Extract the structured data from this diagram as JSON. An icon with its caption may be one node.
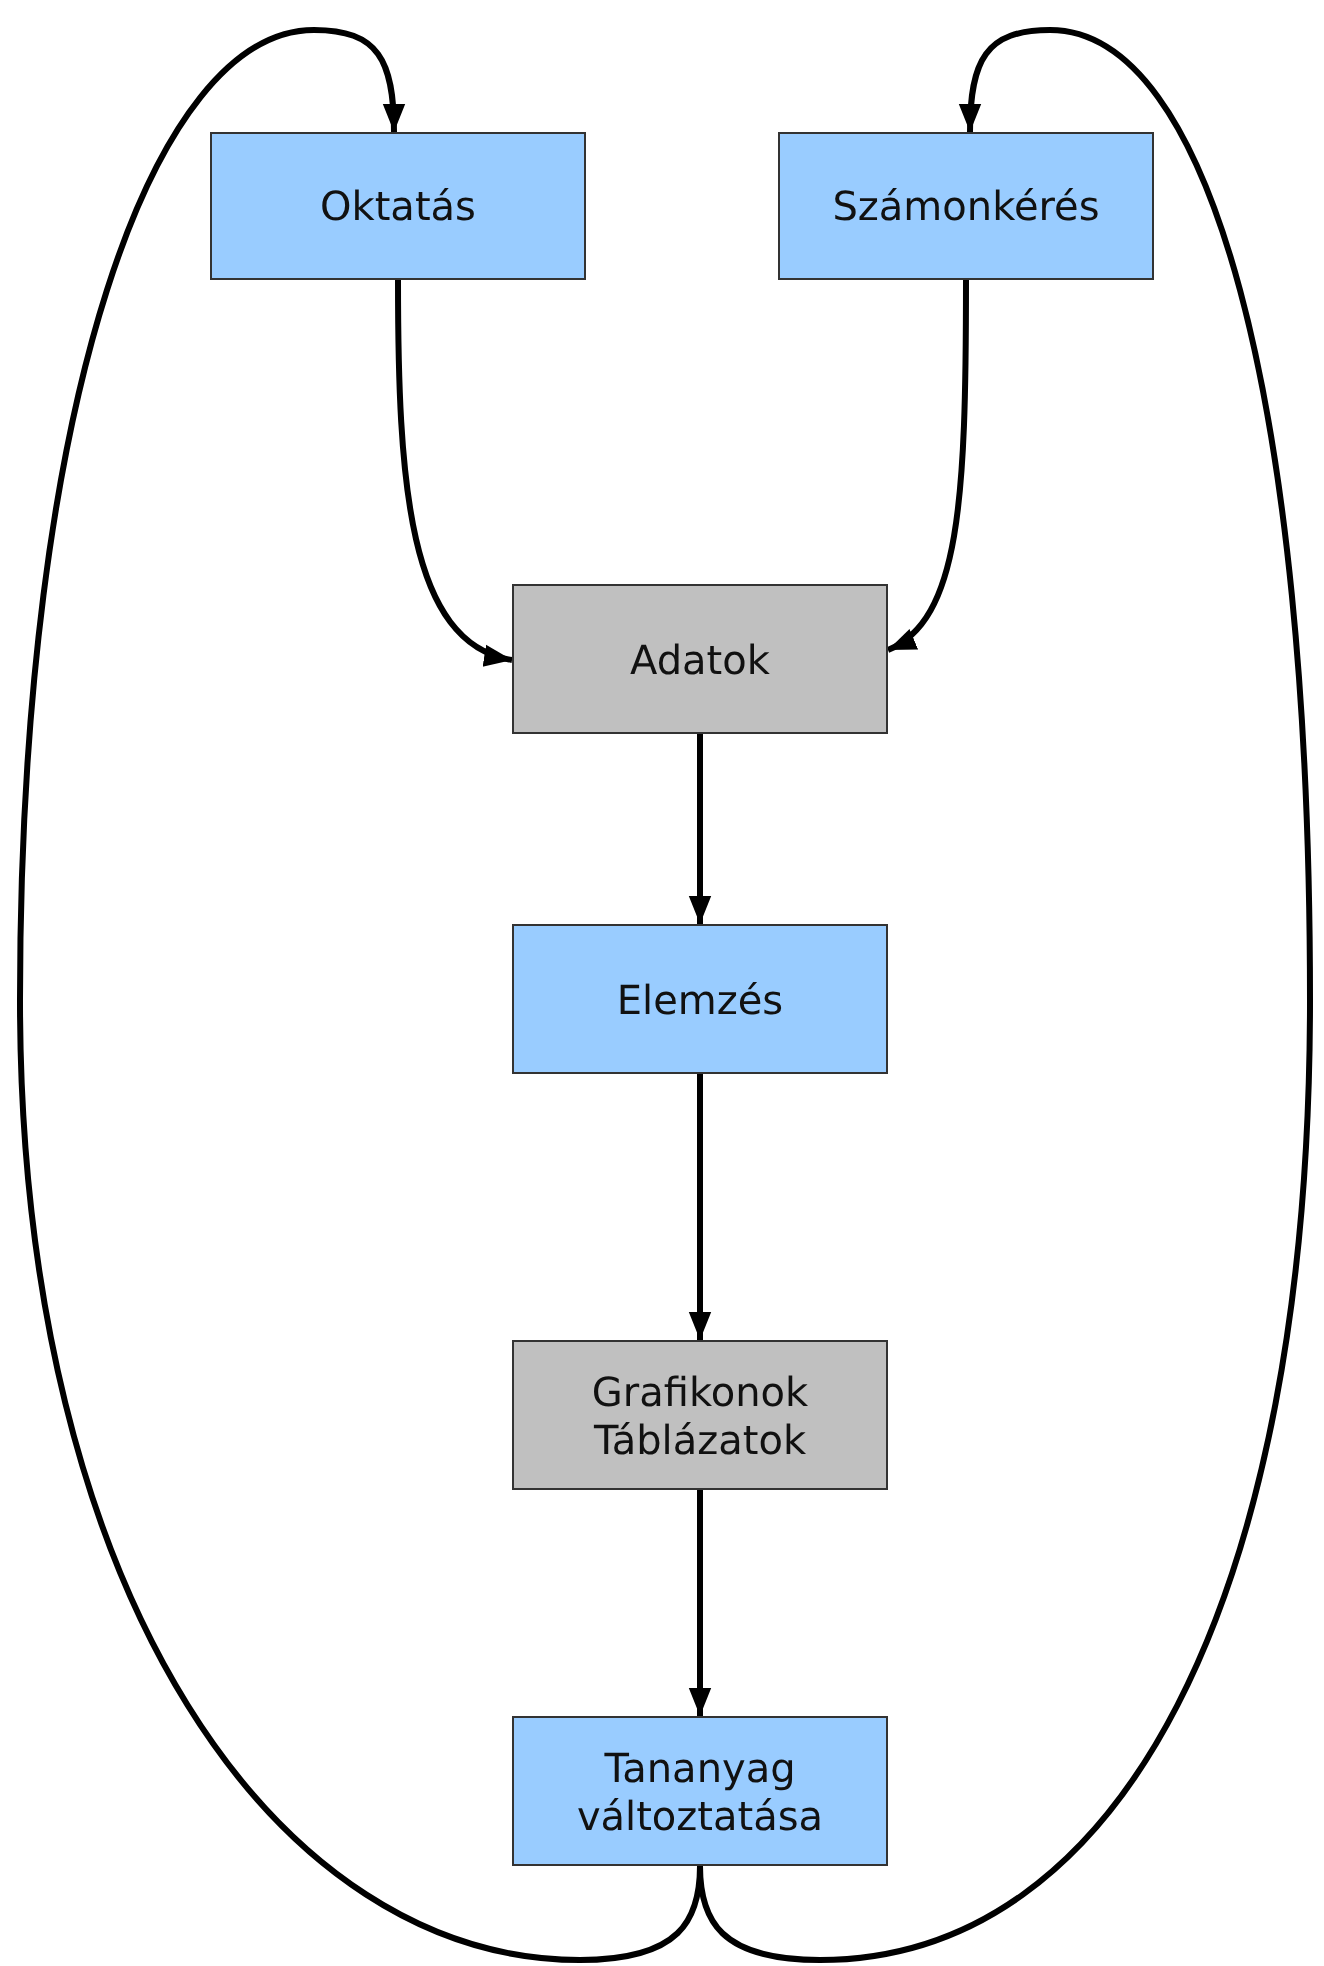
{
  "diagram": {
    "nodes": [
      {
        "text": [
          "Oktatás"
        ]
      },
      {
        "text": [
          "Számonkérés"
        ]
      },
      {
        "text": [
          "Adatok"
        ]
      },
      {
        "text": [
          "Elemzés"
        ]
      },
      {
        "text": [
          "Grafikonok Táblázatok"
        ]
      },
      {
        "text": [
          "Tananyag változtatása"
        ]
      }
    ],
    "edges": [
      {
        "from": 0,
        "to": 2,
        "arrow": "to"
      },
      {
        "from": 1,
        "to": 2,
        "arrow": "to"
      },
      {
        "from": 2,
        "to": 3,
        "arrow": "to"
      },
      {
        "from": 3,
        "to": 4,
        "arrow": "to"
      },
      {
        "from": 4,
        "to": 5,
        "arrow": "to"
      },
      {
        "from": 5,
        "to": 0,
        "arrow": "to"
      },
      {
        "from": 5,
        "to": 1,
        "arrow": "to"
      }
    ]
  }
}
